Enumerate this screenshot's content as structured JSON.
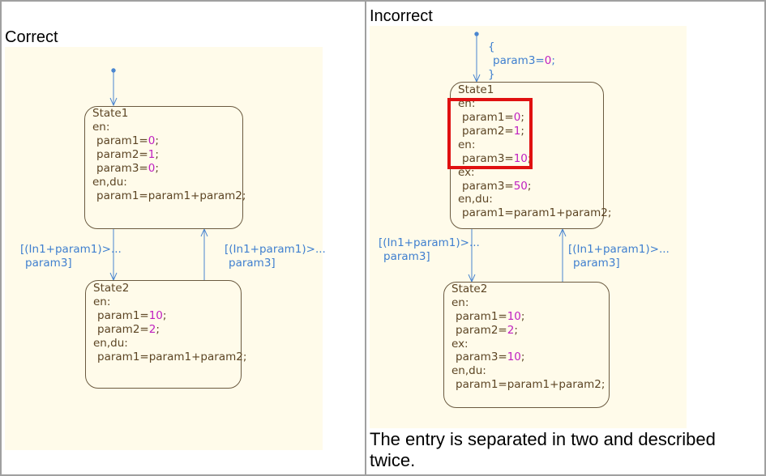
{
  "left_panel": {
    "title": "Correct",
    "state1": {
      "name": "State1",
      "en_label": "en:",
      "param1_a": "param1=",
      "param1_v": "0",
      "param1_e": ";",
      "param2_a": "param2=",
      "param2_v": "1",
      "param2_e": ";",
      "param3_a": "param3=",
      "param3_v": "0",
      "param3_e": ";",
      "endu_label": "en,du:",
      "sum": "param1=param1+param2;"
    },
    "state2": {
      "name": "State2",
      "en_label": "en:",
      "param1_a": "param1=",
      "param1_v": "10",
      "param1_e": ";",
      "param2_a": "param2=",
      "param2_v": "2",
      "param2_e": ";",
      "endu_label": "en,du:",
      "sum": "param1=param1+param2;"
    },
    "transition_down": {
      "line1": "[(In1+param1)>...",
      "line2": "param3]"
    },
    "transition_up": {
      "line1": "[(In1+param1)>...",
      "line2": "param3]"
    }
  },
  "right_panel": {
    "title": "Incorrect",
    "default_action": {
      "open": "{",
      "body_a": "param3=",
      "body_v": "0",
      "body_e": ";",
      "close": "}"
    },
    "state1": {
      "name": "State1",
      "en1_label": "en:",
      "param1_a": "param1=",
      "param1_v": "0",
      "param1_e": ";",
      "param2_a": "param2=",
      "param2_v": "1",
      "param2_e": ";",
      "en2_label": "en:",
      "param3_a": "param3=",
      "param3_v": "10",
      "param3_e": ";",
      "ex_label": "ex:",
      "param3b_a": "param3=",
      "param3b_v": "50",
      "param3b_e": ";",
      "endu_label": "en,du:",
      "sum": "param1=param1+param2;"
    },
    "state2": {
      "name": "State2",
      "en_label": "en:",
      "param1_a": "param1=",
      "param1_v": "10",
      "param1_e": ";",
      "param2_a": "param2=",
      "param2_v": "2",
      "param2_e": ";",
      "ex_label": "ex:",
      "param3_a": "param3=",
      "param3_v": "10",
      "param3_e": ";",
      "endu_label": "en,du:",
      "sum": "param1=param1+param2;"
    },
    "transition_down": {
      "line1": "[(In1+param1)>...",
      "line2": "param3]"
    },
    "transition_up": {
      "line1": "[(In1+param1)>...",
      "line2": "param3]"
    },
    "note": "The entry is separated in two and described twice."
  },
  "colors": {
    "highlight": "#e01010",
    "keyword_number": "#c020c0",
    "transition": "#3f7fcf",
    "state_text": "#5c4524",
    "canvas": "#fffbea"
  }
}
